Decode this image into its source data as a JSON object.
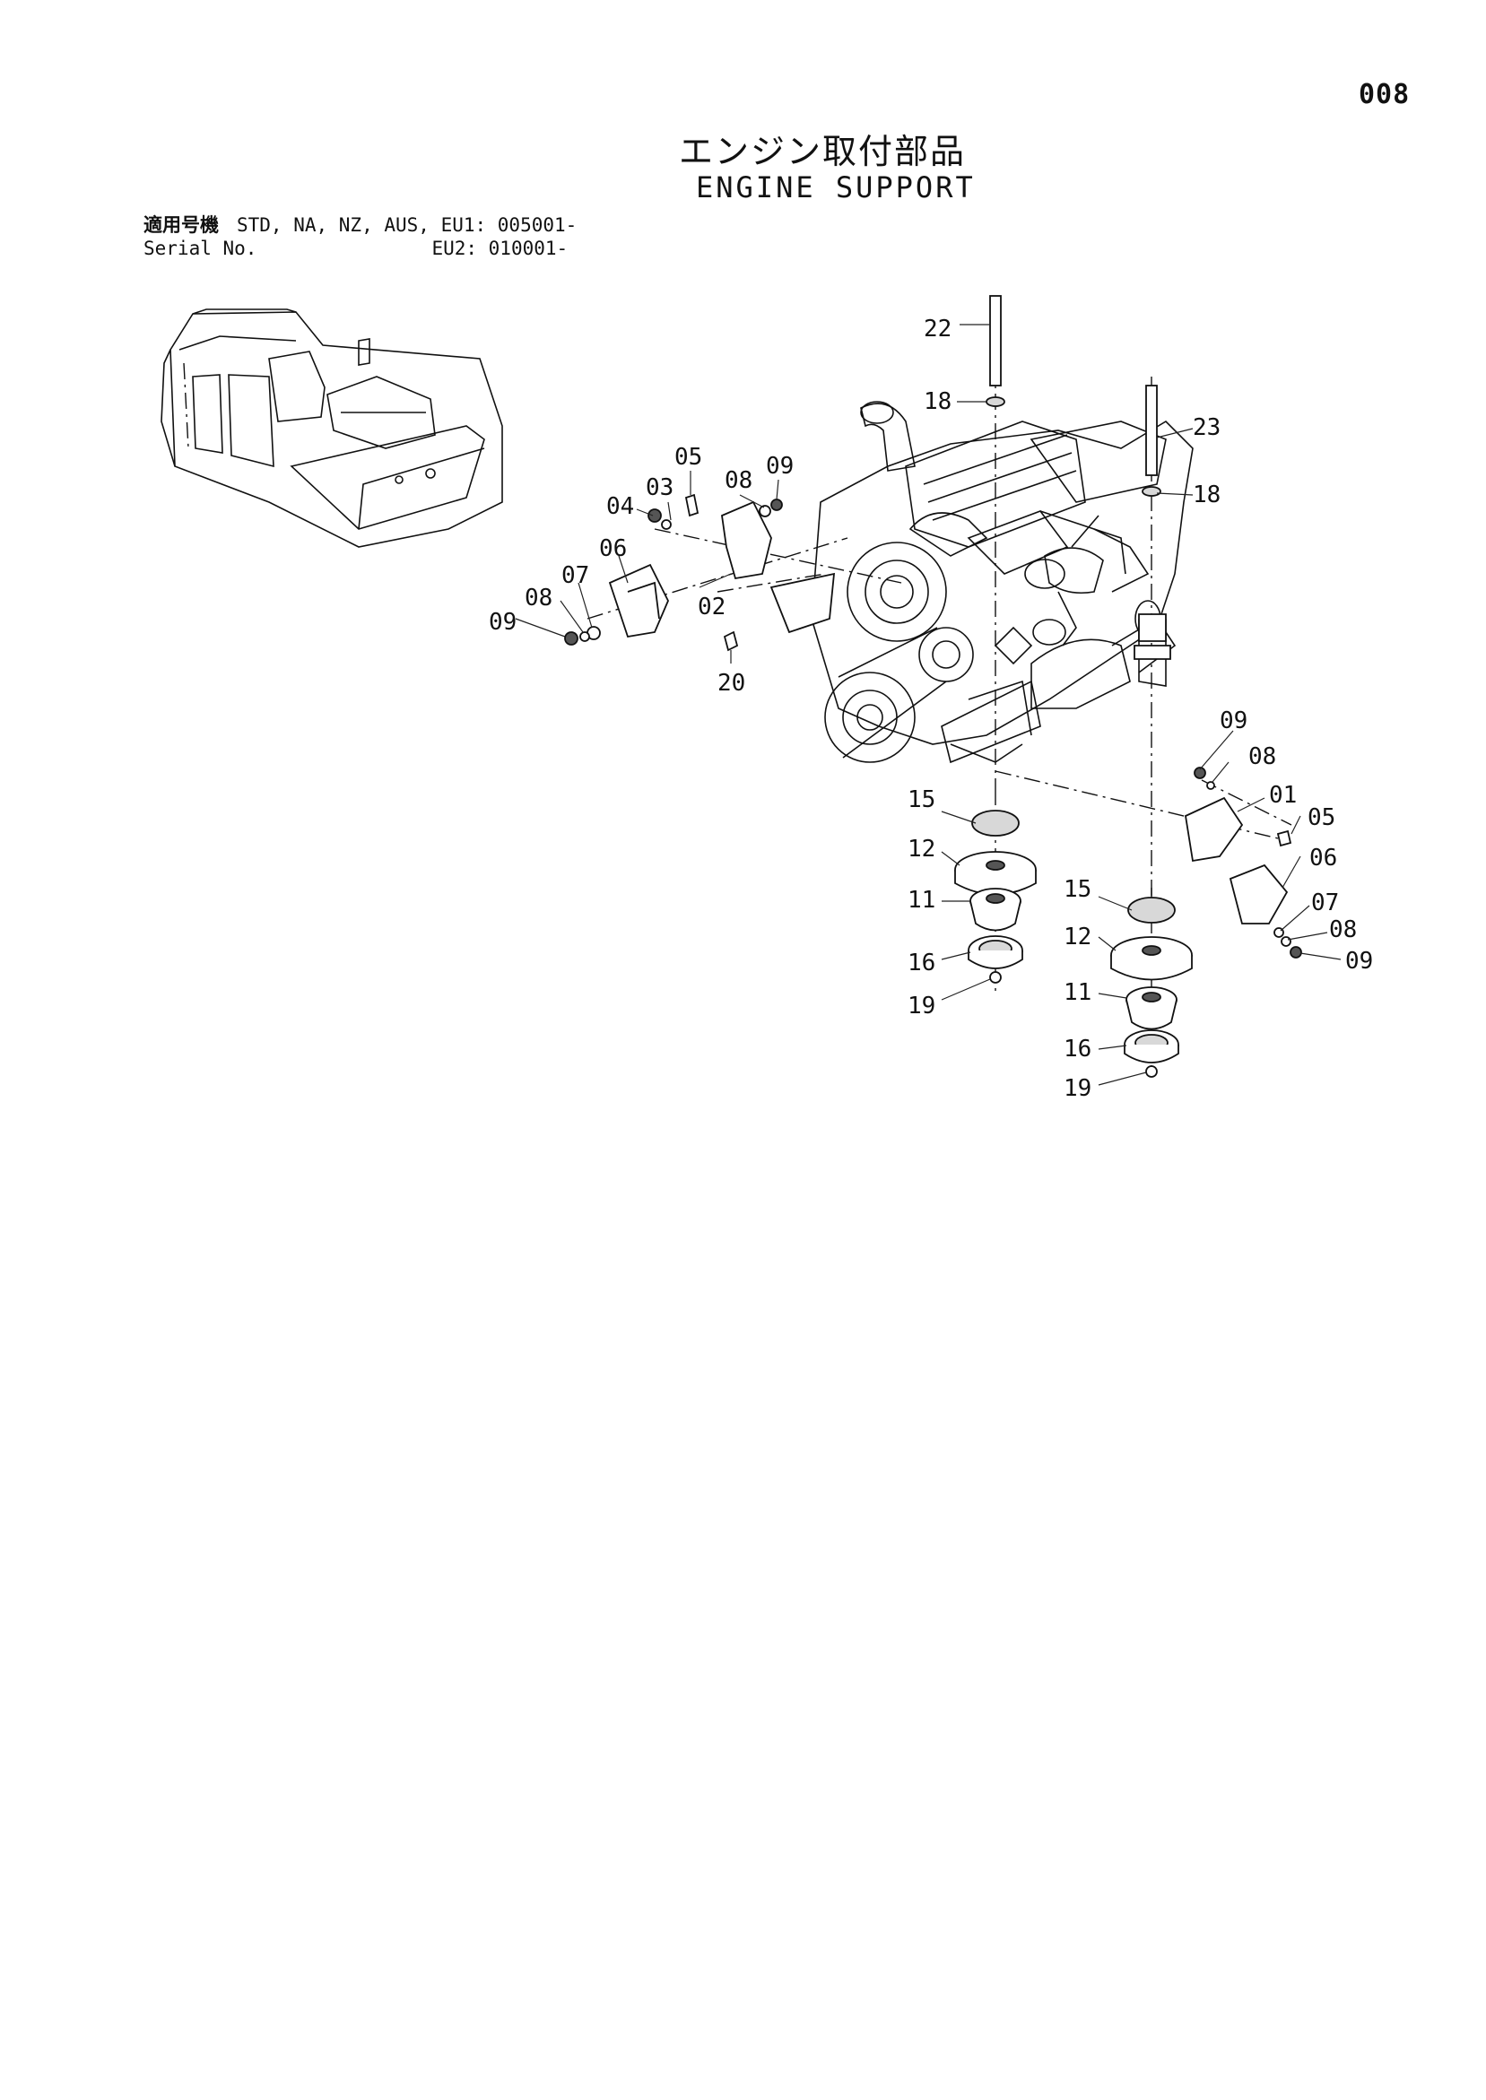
{
  "header": {
    "page_number": "008",
    "title_japanese": "エンジン取付部品",
    "title_english": "ENGINE SUPPORT"
  },
  "serial": {
    "label_japanese": "適用号機",
    "label_english": "Serial No.",
    "line1_models": "STD, NA, NZ, AUS, EU1: 005001-",
    "line2_models": "EU2: 010001-"
  },
  "callouts": {
    "c01": "01",
    "c02": "02",
    "c03": "03",
    "c04": "04",
    "c05a": "05",
    "c05b": "05",
    "c06a": "06",
    "c06b": "06",
    "c07a": "07",
    "c07b": "07",
    "c08a": "08",
    "c08b": "08",
    "c08c": "08",
    "c08d": "08",
    "c09a": "09",
    "c09b": "09",
    "c09c": "09",
    "c09d": "09",
    "c11a": "11",
    "c11b": "11",
    "c12a": "12",
    "c12b": "12",
    "c15a": "15",
    "c15b": "15",
    "c16a": "16",
    "c16b": "16",
    "c18a": "18",
    "c18b": "18",
    "c19a": "19",
    "c19b": "19",
    "c20": "20",
    "c22": "22",
    "c23": "23"
  }
}
